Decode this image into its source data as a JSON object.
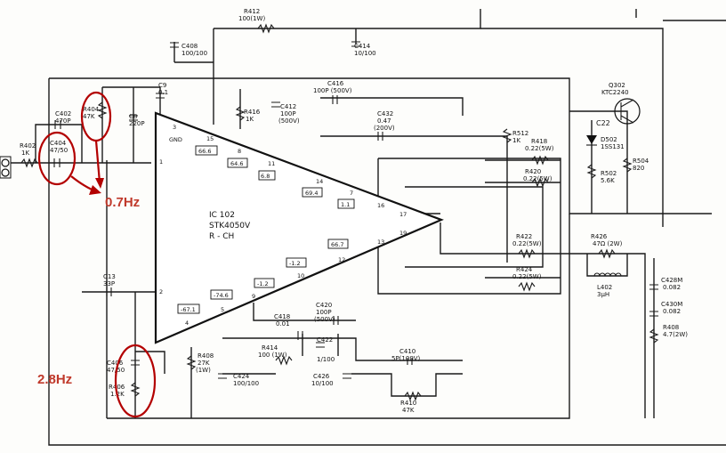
{
  "ic": {
    "ref": "IC 102",
    "part": "STK4050V",
    "channel": "R - CH",
    "gnd": "GND"
  },
  "components": {
    "r412": {
      "ref": "R412",
      "val": "100(1W)"
    },
    "c408": {
      "ref": "C408",
      "val": "100/100"
    },
    "c414": {
      "ref": "C414",
      "val": "10/100"
    },
    "c9": {
      "ref": "C9",
      "val": "0.1"
    },
    "r404": {
      "ref": "R404",
      "val": "47K"
    },
    "c8": {
      "ref": "C8",
      "val": "220P"
    },
    "c402": {
      "ref": "C402",
      "val": "470P"
    },
    "r402": {
      "ref": "R402",
      "val": "1K"
    },
    "c404": {
      "ref": "C404",
      "val": "47/50"
    },
    "r416": {
      "ref": "R416",
      "val": "1K"
    },
    "c412": {
      "ref": "C412",
      "val": "100P",
      "val2": "(500V)"
    },
    "c416": {
      "ref": "C416",
      "val": "100P (500V)"
    },
    "c432": {
      "ref": "C432",
      "val": "0.47",
      "val2": "(200V)"
    },
    "r512": {
      "ref": "R512",
      "val": "1K"
    },
    "r418": {
      "ref": "R418",
      "val": "0.22(5W)"
    },
    "r420": {
      "ref": "R420",
      "val": "0.22(5W)"
    },
    "q302": {
      "ref": "Q302",
      "val": "KTC2240",
      "mark": "C22"
    },
    "d502": {
      "ref": "D502",
      "val": "1SS131"
    },
    "r502": {
      "ref": "R502",
      "val": "5.6K"
    },
    "r504": {
      "ref": "R504",
      "val": "820"
    },
    "r422": {
      "ref": "R422",
      "val": "0.22(5W)"
    },
    "r424": {
      "ref": "R424",
      "val": "0.22(5W)"
    },
    "r426": {
      "ref": "R426",
      "val": "47Ω (2W)"
    },
    "l402": {
      "ref": "L402",
      "val": "3μH"
    },
    "c428": {
      "ref": "C428M",
      "val": "0.082"
    },
    "c430": {
      "ref": "C430M",
      "val": "0.082"
    },
    "r408b": {
      "ref": "R408",
      "val": "4.7(2W)"
    },
    "c13": {
      "ref": "C13",
      "val": "33P"
    },
    "c406": {
      "ref": "C406",
      "val": "47/50"
    },
    "r406": {
      "ref": "R406",
      "val": "1.2K"
    },
    "r408": {
      "ref": "R408",
      "val": "27K",
      "val2": "(1W)"
    },
    "c418": {
      "ref": "C418",
      "val": "0.01"
    },
    "c420": {
      "ref": "C420",
      "val": "100P",
      "val2": "(500V)"
    },
    "c422": {
      "ref": "C422",
      "val": "1/100"
    },
    "r414": {
      "ref": "R414",
      "val": "100 (1W)"
    },
    "c424": {
      "ref": "C424",
      "val": "100/100"
    },
    "c426": {
      "ref": "C426",
      "val": "10/100"
    },
    "c410": {
      "ref": "C410",
      "val": "5P(100V)"
    },
    "r410": {
      "ref": "R410",
      "val": "47K"
    }
  },
  "pins": [
    "1",
    "2",
    "3",
    "4",
    "5",
    "7",
    "8",
    "9",
    "10",
    "11",
    "12",
    "13",
    "14",
    "15",
    "16",
    "17",
    "19"
  ],
  "voltages": {
    "v15": "66.6",
    "v8": "64.6",
    "v11": "6.8",
    "v14": "69.4",
    "v7": "1.1",
    "v13": "66.7",
    "v12": "-1.2",
    "v10": "-1.2",
    "v9": "-74.6",
    "v5": "-67.1"
  },
  "annotations": {
    "upper": "0.7Hz",
    "lower": "2.8Hz"
  },
  "colors": {
    "annotation": "#b30000",
    "ink": "#1a1a1a",
    "paper": "#fdfdfb"
  }
}
